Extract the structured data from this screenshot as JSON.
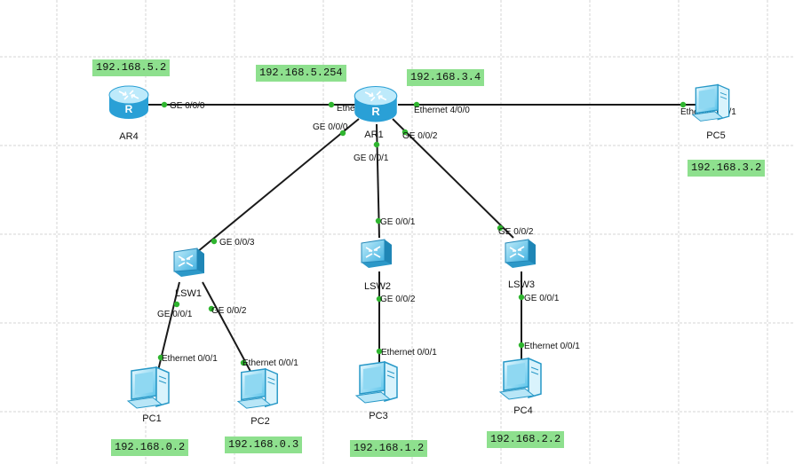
{
  "colors": {
    "ip_bg": "#8ee08e",
    "port": "#2fb52f",
    "link": "#1a1a1a",
    "device": "#3fb6e6"
  },
  "devices": {
    "ar4": {
      "label": "AR4",
      "icon": "router-icon"
    },
    "ar1": {
      "label": "AR1",
      "icon": "router-icon"
    },
    "pc5": {
      "label": "PC5",
      "icon": "pc-icon"
    },
    "lsw1": {
      "label": "LSW1",
      "icon": "switch-icon"
    },
    "lsw2": {
      "label": "LSW2",
      "icon": "switch-icon"
    },
    "lsw3": {
      "label": "LSW3",
      "icon": "switch-icon"
    },
    "pc1": {
      "label": "PC1",
      "icon": "pc-icon"
    },
    "pc2": {
      "label": "PC2",
      "icon": "pc-icon"
    },
    "pc3": {
      "label": "PC3",
      "icon": "pc-icon"
    },
    "pc4": {
      "label": "PC4",
      "icon": "pc-icon"
    }
  },
  "ports": {
    "ar4_ge000": "GE 0/0/0",
    "ar1_eth401": "Ethernet 4/0/1",
    "ar1_eth400": "Ethernet 4/0/0",
    "pc5_eth001": "Ethernet 0/0/1",
    "ar1_ge000": "GE 0/0/0",
    "ar1_ge001": "GE 0/0/1",
    "ar1_ge002": "GE 0/0/2",
    "lsw1_ge003": "GE 0/0/3",
    "lsw2_ge001": "GE 0/0/1",
    "lsw3_ge002": "GE 0/0/2",
    "lsw1_ge001": "GE 0/0/1",
    "lsw1_ge002": "GE 0/0/2",
    "lsw2_ge002": "GE 0/0/2",
    "lsw3_ge001": "GE 0/0/1",
    "pc1_eth001": "Ethernet 0/0/1",
    "pc2_eth001": "Ethernet 0/0/1",
    "pc3_eth001": "Ethernet 0/0/1",
    "pc4_eth001": "Ethernet 0/0/1"
  },
  "ips": {
    "ar4": "192.168.5.2",
    "ar1_west": "192.168.5.254",
    "ar1_east": "192.168.3.4",
    "pc5": "192.168.3.2",
    "pc1": "192.168.0.2",
    "pc2": "192.168.0.3",
    "pc3": "192.168.1.2",
    "pc4": "192.168.2.2"
  }
}
